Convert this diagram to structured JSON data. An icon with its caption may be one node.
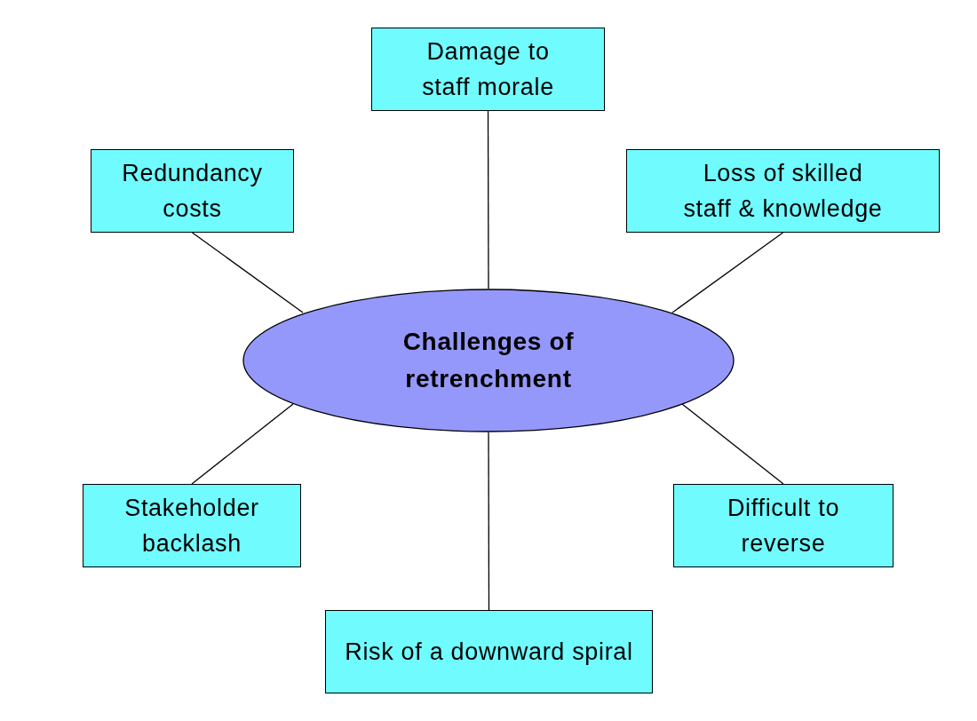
{
  "diagram": {
    "nodes": [
      {
        "text": [
          "Damage to staff morale"
        ]
      },
      {
        "text": [
          "Redundancy costs"
        ]
      },
      {
        "text": [
          "Loss of skilled staff & knowledge"
        ]
      },
      {
        "text": [
          "Challenges of retrenchment"
        ]
      },
      {
        "text": [
          "Stakeholder backlash"
        ]
      },
      {
        "text": [
          "Difficult to reverse"
        ]
      },
      {
        "text": [
          "Risk of a downward spiral"
        ]
      }
    ],
    "edges": [
      {
        "from": 3,
        "to": 0,
        "arrow": "none"
      },
      {
        "from": 3,
        "to": 1,
        "arrow": "none"
      },
      {
        "from": 3,
        "to": 2,
        "arrow": "none"
      },
      {
        "from": 3,
        "to": 4,
        "arrow": "none"
      },
      {
        "from": 3,
        "to": 5,
        "arrow": "none"
      },
      {
        "from": 3,
        "to": 6,
        "arrow": "none"
      }
    ]
  }
}
